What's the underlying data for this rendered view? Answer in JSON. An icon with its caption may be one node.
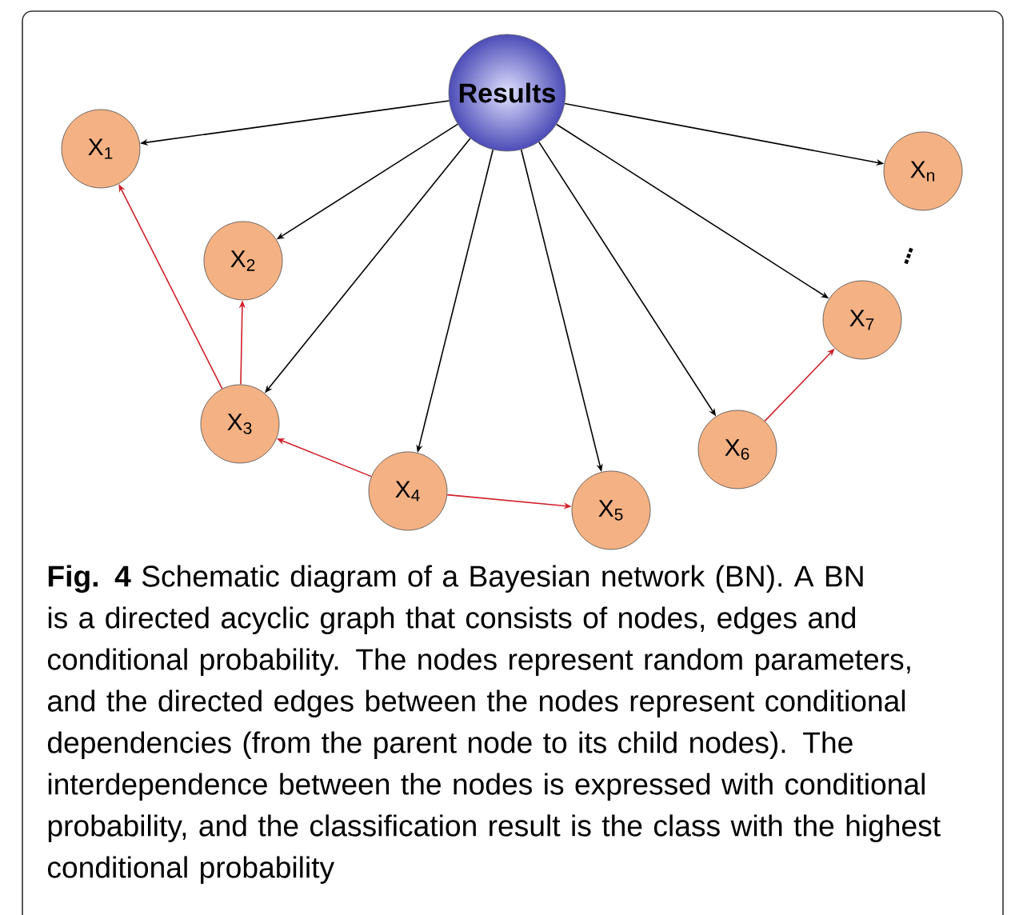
{
  "diagram": {
    "caption": "**Fig. 4** Schematic diagram of a Bayesian network (BN). A BN is a directed acyclic graph that consists of nodes, edges and conditional probability. The nodes represent random parameters, and the directed edges between the nodes represent conditional dependencies (from the parent node to its child nodes). The interdependence between the nodes is expressed with conditional probability, and the classification result is the class with the highest conditional probability",
    "nodes": [
      {
        "text": [
          "Results"
        ]
      },
      {
        "text": [
          "X$_{1}$"
        ]
      },
      {
        "text": [
          "X$_{2}$"
        ]
      },
      {
        "text": [
          "X$_{3}$"
        ]
      },
      {
        "text": [
          "X$_{4}$"
        ]
      },
      {
        "text": [
          "X$_{5}$"
        ]
      },
      {
        "text": [
          "X$_{6}$"
        ]
      },
      {
        "text": [
          "X$_{7}$"
        ]
      },
      {
        "text": [
          "X$_{n}$"
        ]
      }
    ],
    "edges": [
      {
        "from": 0,
        "to": 1,
        "arrow": "to"
      },
      {
        "from": 0,
        "to": 2,
        "arrow": "to"
      },
      {
        "from": 0,
        "to": 3,
        "arrow": "to"
      },
      {
        "from": 0,
        "to": 4,
        "arrow": "to"
      },
      {
        "from": 0,
        "to": 5,
        "arrow": "to"
      },
      {
        "from": 0,
        "to": 6,
        "arrow": "to"
      },
      {
        "from": 0,
        "to": 7,
        "arrow": "to"
      },
      {
        "from": 0,
        "to": 8,
        "arrow": "to"
      },
      {
        "from": 3,
        "to": 1,
        "arrow": "to",
        "color": "#d0202a"
      },
      {
        "from": 3,
        "to": 2,
        "arrow": "to",
        "color": "#d0202a"
      },
      {
        "from": 4,
        "to": 3,
        "arrow": "to",
        "color": "#d0202a"
      },
      {
        "from": 4,
        "to": 5,
        "arrow": "to",
        "color": "#d0202a"
      },
      {
        "from": 6,
        "to": 7,
        "arrow": "to",
        "color": "#d0202a"
      }
    ],
    "labels": [
      "⋮"
    ]
  }
}
